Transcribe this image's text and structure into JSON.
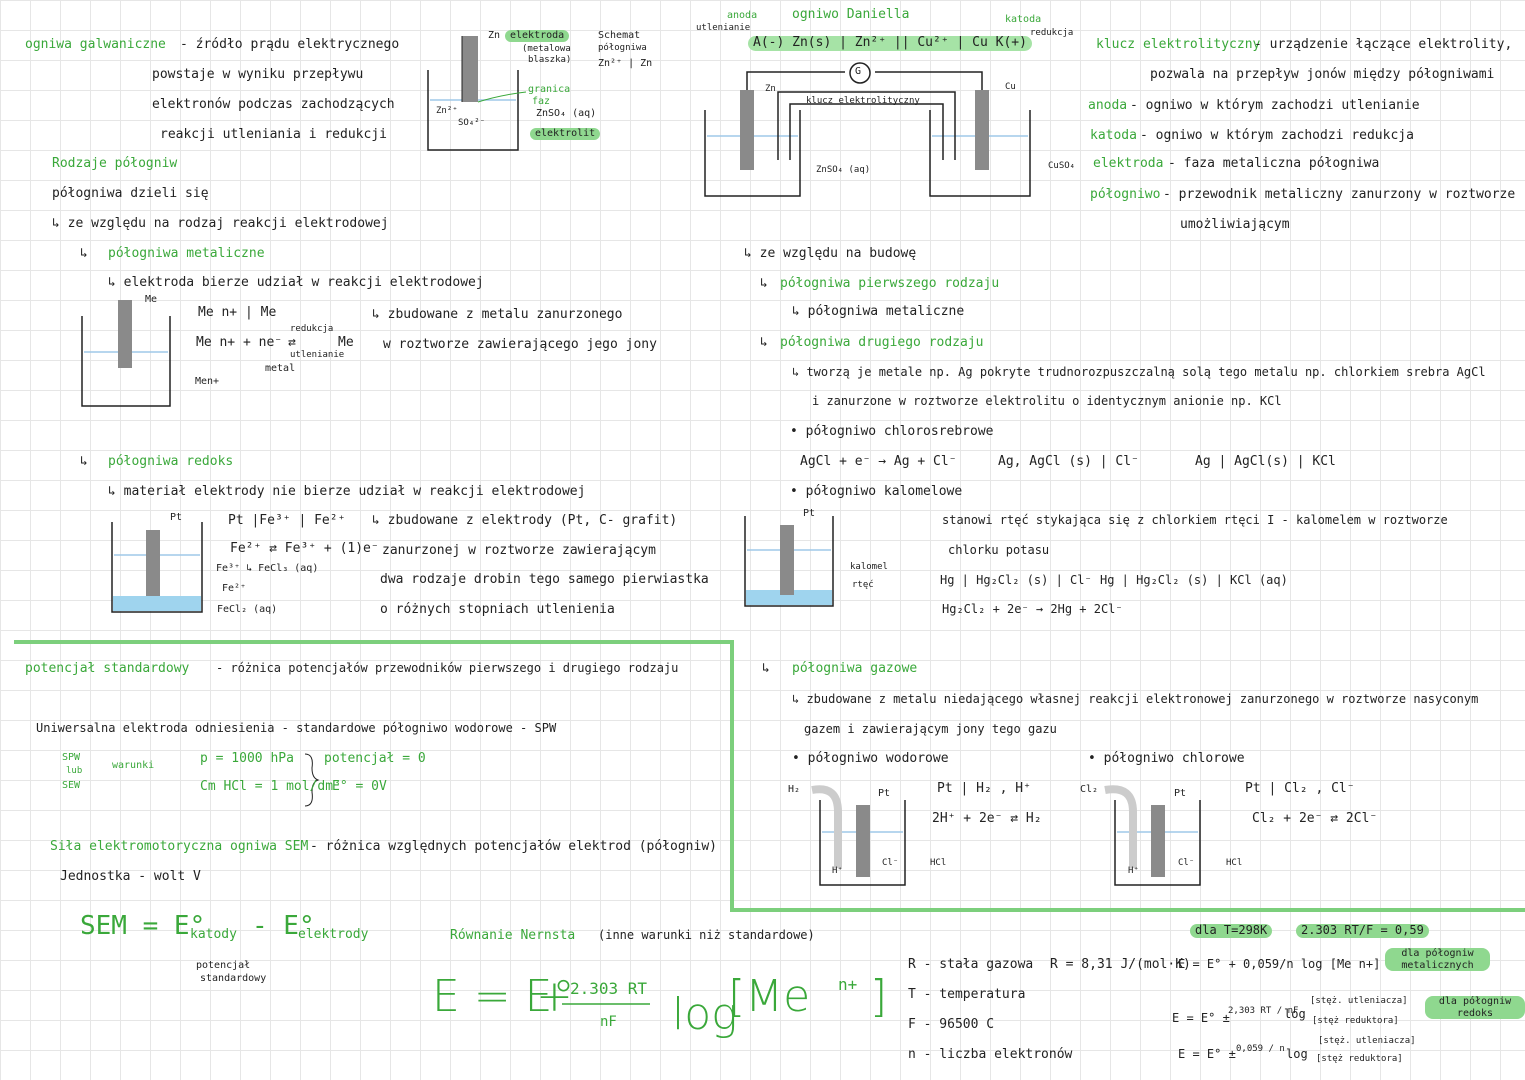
{
  "left": {
    "title": "ogniwa galwaniczne",
    "title_def": "- źródło prądu elektrycznego",
    "def2": "powstaje w wyniku przepływu",
    "def3": "elektronów podczas zachodzących",
    "def4": "reakcji utleniania i redukcji",
    "types_head": "Rodzaje półogniw",
    "types_intro": "półogniwa dzieli się",
    "by_reaction": "↳ ze względu na rodzaj reakcji elektrodowej",
    "metal_head": "półogniwa metaliczne",
    "metal_desc": "↳ elektroda bierze udział w reakcji elektrodowej",
    "metal_me": "Me",
    "metal_ion": "Men+",
    "metal_f1": "Me n+ | Me",
    "metal_f2_l": "Me n+ + ne⁻",
    "metal_f2_r": "Me",
    "redukcja": "redukcja",
    "utlenianie": "utlenianie",
    "metal_word": "metal",
    "metal_note1": "↳ zbudowane z metalu zanurzonego",
    "metal_note2": "w roztworze zawierającego jego jony",
    "redox_head": "półogniwa redoks",
    "redox_desc": "↳ materiał elektrody nie bierze udział w reakcji elektrodowej",
    "redox_pt": "Pt",
    "redox_f1": "Pt |Fe³⁺ | Fe²⁺",
    "redox_f2": "Fe²⁺ ⇄ Fe³⁺ + (1)e⁻",
    "redox_l1": "Fe³⁺ ↳ FeCl₃ (aq)",
    "redox_l2": "Fe²⁺",
    "redox_l3": "FeCl₂ (aq)",
    "redox_n1": "↳ zbudowane z elektrody (Pt, C- grafit)",
    "redox_n2": "zanurzonej w roztworze zawierającym",
    "redox_n3": "dwa rodzaje drobin tego samego pierwiastka",
    "redox_n4": "o różnych stopniach utlenienia"
  },
  "zn_cell": {
    "zn": "Zn",
    "elektroda": "elektroda",
    "metal_plate1": "(metalowa",
    "metal_plate2": "blaszka)",
    "schemat1": "Schemat",
    "schemat2": "półogniwa",
    "schemat3": "Zn²⁺ | Zn",
    "granica1": "granica",
    "granica2": "faz",
    "znso4": "ZnSO₄ (aq)",
    "elektrolit": "elektrolit",
    "zn2": "Zn²⁺",
    "so4": "SO₄²⁻"
  },
  "daniell": {
    "anoda": "anoda",
    "utlenianie": "utlenianie",
    "title": "ogniwo Daniella",
    "katoda": "katoda",
    "redukcja": "redukcja",
    "scheme": "A(-) Zn(s) | Zn²⁺ || Cu²⁺ | Cu K(+)",
    "g": "G",
    "zn": "Zn",
    "cu": "Cu",
    "klucz": "klucz elektrolityczny",
    "znso4": "ZnSO₄ (aq)",
    "cuso4": "CuSO₄"
  },
  "defs": {
    "klucz_t": "klucz elektrolityczny",
    "klucz_d1": "- urządzenie łączące elektrolity,",
    "klucz_d2": "pozwala na przepływ jonów między półogniwami",
    "anoda_t": "anoda",
    "anoda_d": "- ogniwo w którym zachodzi utlenianie",
    "katoda_t": "katoda",
    "katoda_d": "- ogniwo w którym zachodzi redukcja",
    "elektroda_t": "elektroda",
    "elektroda_d": "- faza metaliczna półogniwa",
    "polog_t": "półogniwo",
    "polog_d1": "- przewodnik metaliczny zanurzony w roztworze",
    "polog_d2": "umożliwiającym"
  },
  "build": {
    "head": "↳ ze względu na budowę",
    "first": "półogniwa pierwszego rodzaju",
    "first_sub": "↳ półogniwa metaliczne",
    "second": "półogniwa drugiego rodzaju",
    "s1": "↳ tworzą je metale np. Ag pokryte trudnorozpuszczalną solą tego metalu np. chlorkiem srebra AgCl",
    "s2": "i zanurzone w roztworze elektrolitu o identycznym anionie np. KCl",
    "agcl_head": "• półogniwo chlorosrebrowe",
    "agcl_f1": "AgCl + e⁻ → Ag + Cl⁻",
    "agcl_f2": "Ag, AgCl (s) | Cl⁻",
    "agcl_f3": "Ag | AgCl(s) | KCl",
    "kal_head": "• półogniwo kalomelowe",
    "kal_pt": "Pt",
    "kal_l1": "kalomel",
    "kal_l2": "rtęć",
    "kal_d1": "stanowi rtęć stykająca się z chlorkiem rtęci I - kalomelem w roztworze",
    "kal_d2": "chlorku potasu",
    "kal_f1": "Hg | Hg₂Cl₂ (s) | Cl⁻",
    "kal_f2": "Hg | Hg₂Cl₂ (s) | KCl (aq)",
    "kal_f3": "Hg₂Cl₂ + 2e⁻ → 2Hg + 2Cl⁻"
  },
  "gas": {
    "head": "półogniwa gazowe",
    "d1": "↳ zbudowane z metalu niedającego własnej reakcji elektronowej zanurzonego w roztworze nasyconym",
    "d2": "gazem i zawierającym jony tego gazu",
    "h_head": "• półogniwo wodorowe",
    "h2": "H₂",
    "pt": "Pt",
    "hplus": "H⁺",
    "cl": "Cl⁻",
    "hcl": "HCl",
    "h_f1": "Pt | H₂ , H⁺",
    "h_f2": "2H⁺ + 2e⁻ ⇄ H₂",
    "c_head": "• półogniwo chlorowe",
    "cl2": "Cl₂",
    "c_f1": "Pt | Cl₂ , Cl⁻",
    "c_f2": "Cl₂ + 2e⁻ ⇄ 2Cl⁻"
  },
  "potential": {
    "title": "potencjał standardowy",
    "def": "- różnica potencjałów przewodników pierwszego i drugiego rodzaju",
    "uni": "Uniwersalna elektroda odniesienia - standardowe półogniwo wodorowe - SPW",
    "spw": "SPW",
    "lub": "lub",
    "sew": "SEW",
    "warunki": "warunki",
    "p": "p = 1000 hPa",
    "cm": "Cm HCl = 1 mol/dm³",
    "pot0": "potencjał = 0",
    "e0": "E° = 0V",
    "sem_title": "Siła elektromotoryczna ogniwa SEM",
    "sem_def": "- różnica względnych potencjałów elektrod (półogniw)",
    "unit": "Jednostka - wolt V",
    "sem_eq": "SEM = E°",
    "katody": "katody",
    "minus": "- E°",
    "elektrody": "elektrody",
    "pot_std1": "potencjał",
    "pot_std2": "standardowy"
  },
  "nernst": {
    "title": "Równanie Nernsta",
    "cond": "(inne warunki niż standardowe)",
    "lhs": "E = E°",
    "frac_top": "2.303 RT",
    "frac_bot": "nF",
    "log": "log",
    "me": "[Me",
    "nplus": "n+",
    "close": "]",
    "r": "R - stała gazowa",
    "rval": "R = 8,31 J/(mol·K)",
    "tt": "T - temperatura",
    "f": "F - 96500 C",
    "n": "n - liczba elektronów",
    "t298": "dla T=298K",
    "c059": "2.303 RT/F = 0,59",
    "e1": "E = E° + 0,059/n log [Me n+]",
    "met": "dla półogniw metalicznych",
    "e2a": "E = E° ±",
    "e2b": "2,303 RT / nF",
    "e2c": "log",
    "e2d": "[stęż. utleniacza]",
    "e2e": "[stęż reduktora]",
    "redoks": "dla półogniw redoks",
    "e3a": "E = E° ±",
    "e3b": "0,059 / n",
    "e3c": "log",
    "e3d": "[stęż. utleniacza]",
    "e3e": "[stęż reduktora]"
  },
  "colors": {
    "green": "#3aa83a",
    "highlight": "#8fd88f",
    "electrode": "#8a8a8a",
    "water": "#9fd4ee"
  }
}
